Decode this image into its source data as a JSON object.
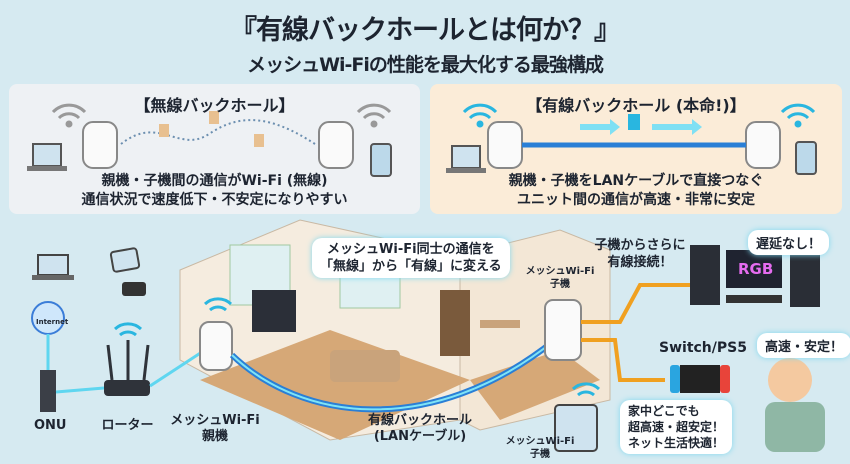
{
  "header": {
    "title": "『有線バックホールとは何か？』",
    "subtitle": "メッシュWi-Fiの性能を最大化する最強構成"
  },
  "wireless_panel": {
    "title": "【無線バックホール】",
    "desc_line1": "親機・子機間の通信がWi-Fi (無線)",
    "desc_line2": "通信状況で速度低下・不安定になりやすい"
  },
  "wired_panel": {
    "title": "【有線バックホール (本命!)】",
    "desc_line1": "親機・子機をLANケーブルで直接つなぐ",
    "desc_line2": "ユニット間の通信が高速・非常に安定"
  },
  "scene": {
    "internet_label": "Internet",
    "onu_label": "ONU",
    "router_label": "ローター",
    "parent_label_1": "メッシュWi-Fi",
    "parent_label_2": "親機",
    "cable_label_1": "有線バックホール",
    "cable_label_2": "(LANケーブル)",
    "callout_1": "メッシュWi-Fi同士の通信を",
    "callout_2": "「無線」から「有線」に変える",
    "child_label_1": "メッシュWi-Fi",
    "child_label_2": "子機",
    "child2_label_1": "メッシュWi-Fi",
    "child2_label_2": "子機",
    "wired_more_1": "子機からさらに",
    "wired_more_2": "有線接続！",
    "pc_screen": "RGB",
    "bubble_no_lag": "遅延なし！",
    "console_label": "Switch/PS5",
    "bubble_fast": "高速・安定！",
    "bubble_home_1": "家中どこでも",
    "bubble_home_2": "超高速・超安定！",
    "bubble_home_3": "ネット生活快適！"
  },
  "colors": {
    "bg": "#d6eaf1",
    "wifi": "#29b6e0",
    "cable": "#2a7fd6",
    "orange": "#f0a020"
  }
}
